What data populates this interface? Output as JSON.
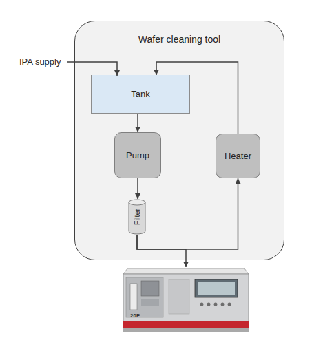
{
  "diagram": {
    "nodes": [
      {
        "text": [
          "Wafer cleaning tool"
        ]
      },
      {
        "text": [
          "Tank"
        ],
        "in": 0
      },
      {
        "text": [
          "Pump"
        ],
        "in": 0
      },
      {
        "text": [
          "Heater"
        ],
        "in": 0
      },
      {
        "text": [
          "Filter"
        ],
        "in": 0
      },
      {
        "text": [
          "20P"
        ]
      }
    ],
    "edges": [
      {
        "from": 1,
        "to": 2,
        "arrow": "to"
      },
      {
        "from": 2,
        "to": 4,
        "arrow": "to"
      },
      {
        "from": 4,
        "to": 3,
        "arrow": "to"
      },
      {
        "from": 3,
        "to": 1,
        "arrow": "to"
      },
      {
        "from": 4,
        "to": 5,
        "arrow": "to"
      }
    ],
    "labels": [
      "IPA supply"
    ]
  }
}
